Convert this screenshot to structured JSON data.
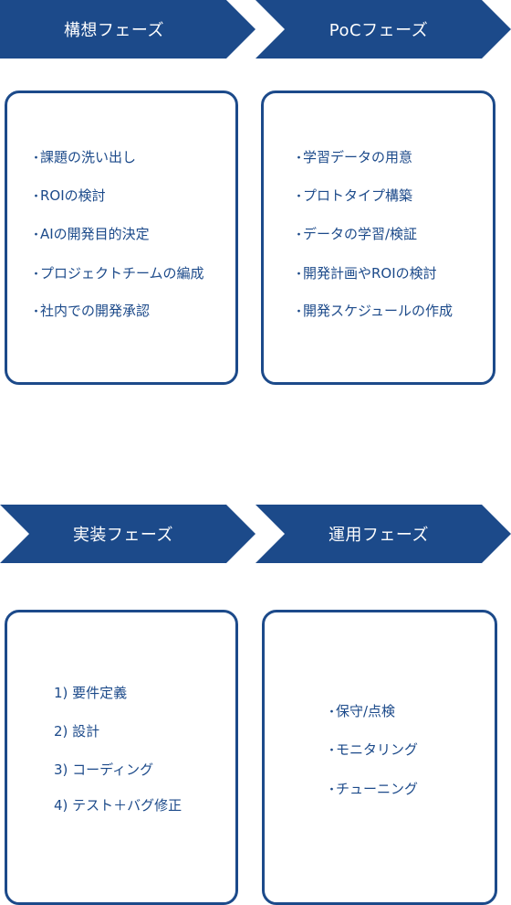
{
  "colors": {
    "primary": "#1c4a8a",
    "background": "#ffffff"
  },
  "phases": [
    {
      "title": "構想フェーズ",
      "items": [
        "課題の洗い出し",
        "ROIの検討",
        "AIの開発目的決定",
        "プロジェクトチームの編成",
        "社内での開発承認"
      ]
    },
    {
      "title": "PoCフェーズ",
      "items": [
        "学習データの用意",
        "プロトタイプ構築",
        "データの学習/検証",
        "開発計画やROIの検討",
        "開発スケジュールの作成"
      ]
    },
    {
      "title": "実装フェーズ",
      "items": [
        "1) 要件定義",
        "2) 設計",
        "3) コーディング",
        "4) テスト＋バグ修正"
      ]
    },
    {
      "title": "運用フェーズ",
      "items": [
        "保守/点検",
        "モニタリング",
        "チューニング"
      ]
    }
  ]
}
